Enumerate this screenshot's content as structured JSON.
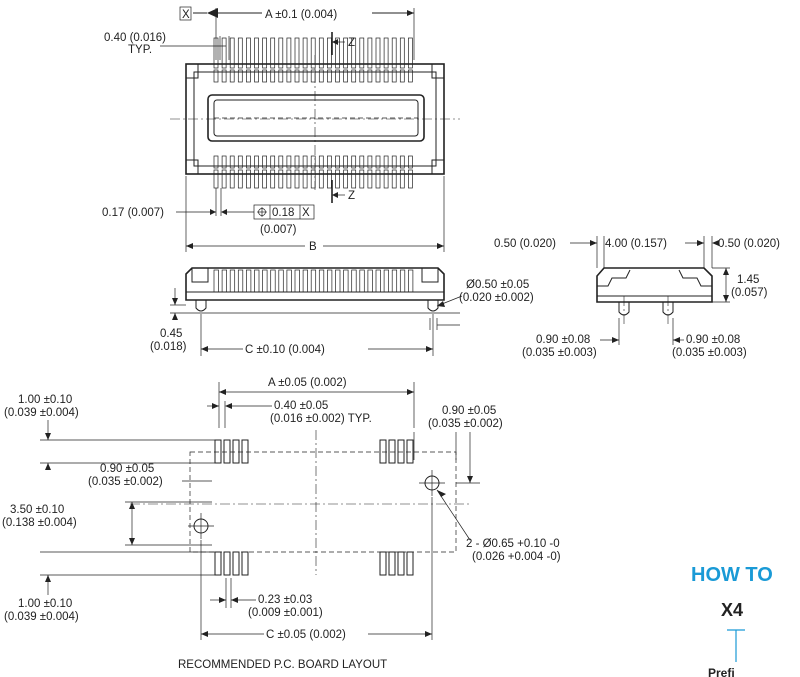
{
  "datum_x_label": "X",
  "dims": {
    "a_top": "A ±0.1 (0.004)",
    "pitch_line1": "0.40 (0.016)",
    "pitch_line2": "TYP.",
    "section_z": "Z",
    "lead_width": "0.17 (0.007)",
    "position_tol": "0.18",
    "position_tol_inch": "(0.007)",
    "overall_b": "B",
    "boss_dia_line1": "Ø0.50 ±0.05",
    "boss_dia_line2": "(0.020 ±0.002)",
    "standoff_line1": "0.45",
    "standoff_line2": "(0.018)",
    "c_side": "C ±0.10 (0.004)",
    "end_left": "0.50 (0.020)",
    "end_width": "4.00 (0.157)",
    "end_right": "0.50 (0.020)",
    "end_height_line1": "1.45",
    "end_height_line2": "(0.057)",
    "end_peg_left_line1": "0.90 ±0.08",
    "end_peg_left_line2": "(0.035 ±0.003)",
    "end_peg_right_line1": "0.90 ±0.08",
    "end_peg_right_line2": "(0.035 ±0.003)"
  },
  "layout": {
    "a_dim": "A ±0.05 (0.002)",
    "pitch_line1": "0.40 ±0.05",
    "pitch_line2": "(0.016 ±0.002) TYP.",
    "pad_len_line1": "0.90 ±0.05",
    "pad_len_line2": "(0.035 ±0.002)",
    "hole_off_line1": "0.90 ±0.05",
    "hole_off_line2": "(0.035 ±0.002)",
    "pad_top_line1": "1.00 ±0.10",
    "pad_top_line2": "(0.039 ±0.004)",
    "row_span_line1": "3.50 ±0.10",
    "row_span_line2": "(0.138 ±0.004)",
    "pad_bot_line1": "1.00 ±0.10",
    "pad_bot_line2": "(0.039 ±0.004)",
    "holes_line1": "2 - Ø0.65 +0.10 -0",
    "holes_line2": "(0.026 +0.004 -0)",
    "pad_width_line1": "0.23 ±0.03",
    "pad_width_line2": "(0.009 ±0.001)",
    "c_dim": "C ±0.05 (0.002)",
    "title": "RECOMMENDED P.C. BOARD LAYOUT"
  },
  "howto": {
    "heading": "HOW TO",
    "code": "X4",
    "sub": "Prefi"
  },
  "colors": {
    "ink": "#222222",
    "accent": "#1a9ad6"
  }
}
